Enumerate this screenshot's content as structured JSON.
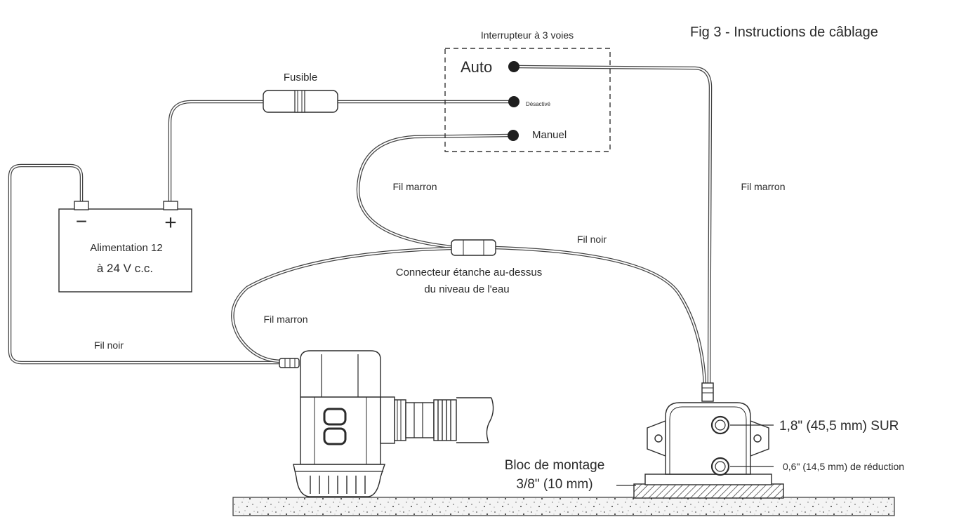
{
  "title": "Fig 3 - Instructions de câblage",
  "switch": {
    "title": "Interrupteur à 3 voies",
    "auto": "Auto",
    "off": "Désactivé",
    "manual": "Manuel"
  },
  "fuse": "Fusible",
  "power": {
    "minus": "−",
    "plus": "+",
    "line1": "Alimentation 12",
    "line2": "à 24 V c.c."
  },
  "wires": {
    "brown_switch": "Fil marron",
    "brown_float": "Fil marron",
    "black_float": "Fil noir",
    "brown_pump": "Fil marron",
    "black_pump": "Fil noir"
  },
  "connector": {
    "line1": "Connecteur étanche au-dessus",
    "line2": "du niveau de l'eau"
  },
  "float_switch": {
    "on_level": "1,8\" (45,5 mm) SUR",
    "off_level": "0,6\" (14,5 mm) de réduction"
  },
  "mounting_block": {
    "line1": "Bloc de montage",
    "line2": "3/8\" (10 mm)"
  }
}
